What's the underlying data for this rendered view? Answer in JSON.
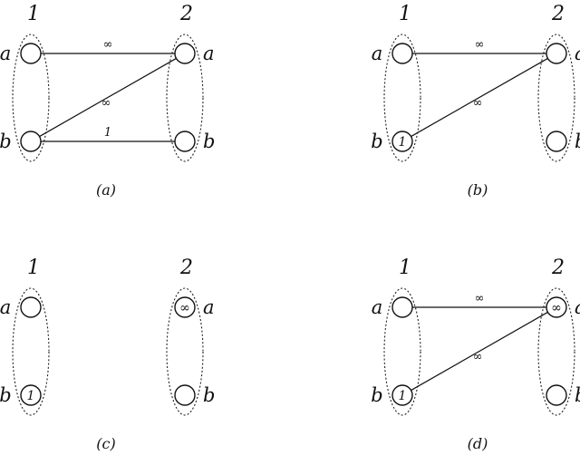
{
  "panels": [
    {
      "id": "a",
      "caption": "(a)",
      "group1": "1",
      "group2": "2",
      "row_a": "a",
      "row_b": "b",
      "node_values": {
        "g1a": "",
        "g1b": "",
        "g2a": "",
        "g2b": ""
      },
      "edges": [
        {
          "from": "g1a",
          "to": "g2a",
          "label": "∞"
        },
        {
          "from": "g1b",
          "to": "g2a",
          "label": "∞"
        },
        {
          "from": "g1b",
          "to": "g2b",
          "label": "1"
        }
      ]
    },
    {
      "id": "b",
      "caption": "(b)",
      "group1": "1",
      "group2": "2",
      "row_a": "a",
      "row_b": "b",
      "node_values": {
        "g1a": "",
        "g1b": "1",
        "g2a": "",
        "g2b": ""
      },
      "edges": [
        {
          "from": "g1a",
          "to": "g2a",
          "label": "∞"
        },
        {
          "from": "g1b",
          "to": "g2a",
          "label": "∞"
        }
      ]
    },
    {
      "id": "c",
      "caption": "(c)",
      "group1": "1",
      "group2": "2",
      "row_a": "a",
      "row_b": "b",
      "node_values": {
        "g1a": "",
        "g1b": "1",
        "g2a": "∞",
        "g2b": ""
      },
      "edges": []
    },
    {
      "id": "d",
      "caption": "(d)",
      "group1": "1",
      "group2": "2",
      "row_a": "a",
      "row_b": "b",
      "node_values": {
        "g1a": "",
        "g1b": "1",
        "g2a": "∞",
        "g2b": ""
      },
      "edges": [
        {
          "from": "g1a",
          "to": "g2a",
          "label": "∞"
        },
        {
          "from": "g1b",
          "to": "g2a",
          "label": "∞"
        }
      ]
    }
  ]
}
